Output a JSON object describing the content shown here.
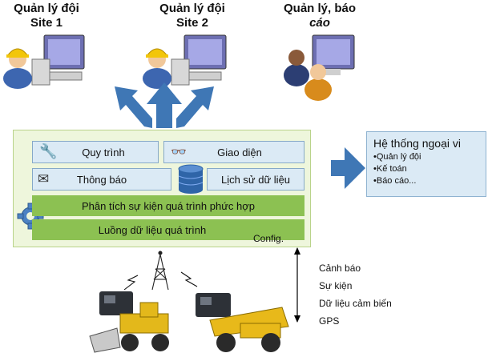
{
  "sites": [
    {
      "line1": "Quản lý đội",
      "line2": "Site 1"
    },
    {
      "line1": "Quản lý đội",
      "line2": "Site 2"
    },
    {
      "line1": "Quản lý, báo",
      "line2": "cáo"
    }
  ],
  "modules": {
    "workflow": "Quy trình",
    "interface": "Giao diện",
    "notification": "Thông báo",
    "history": "Lịch sử dữ liệu",
    "cep": "Phân tích sự kiện quá trình phức hợp",
    "stream": "Luồng dữ liệu quá trình",
    "config": "Config."
  },
  "external": {
    "title": "Hệ thống ngoại vi",
    "items": [
      "•Quản lý đội",
      "•Kế toán",
      "•Báo cáo..."
    ]
  },
  "signals": [
    "Cảnh báo",
    "Sự kiện",
    "Dữ liệu cảm biến",
    "GPS"
  ],
  "colors": {
    "arrow": "#3f77b5",
    "bar": "#8cc152",
    "panel": "#eef6dc",
    "box": "#dbeaf5"
  }
}
